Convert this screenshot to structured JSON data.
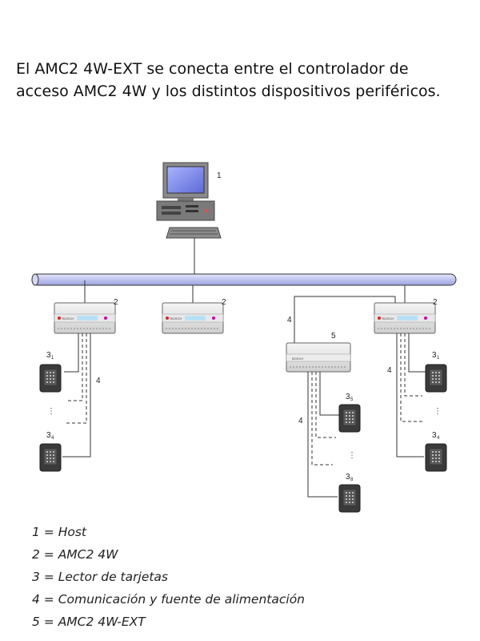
{
  "heading": {
    "line1": "El AMC2 4W-EXT se conecta entre el controlador de",
    "line2": "acceso AMC2 4W y los distintos dispositivos periféricos."
  },
  "diagram": {
    "labels": {
      "host": "1",
      "amc": "2",
      "reader": "3",
      "comm": "4",
      "ext": "5",
      "sub_first": "1",
      "sub_4": "4",
      "sub_5": "5",
      "sub_8": "8",
      "ellipsis": "⋮"
    },
    "brand_text": "BOSCH"
  },
  "legend": [
    "1 = Host",
    "2 = AMC2 4W",
    "3 = Lector de tarjetas",
    "4 = Comunicación y fuente de alimentación",
    "5 = AMC2 4W-EXT"
  ]
}
